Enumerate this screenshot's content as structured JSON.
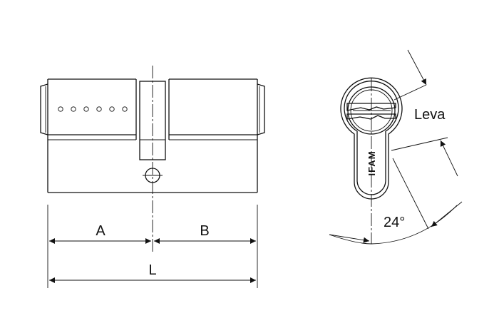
{
  "labels": {
    "dim_a": "A",
    "dim_b": "B",
    "dim_l": "L",
    "cam": "Leva",
    "angle": "24°",
    "brand": "IFAM"
  },
  "colors": {
    "line": "#111111",
    "background": "#ffffff"
  }
}
